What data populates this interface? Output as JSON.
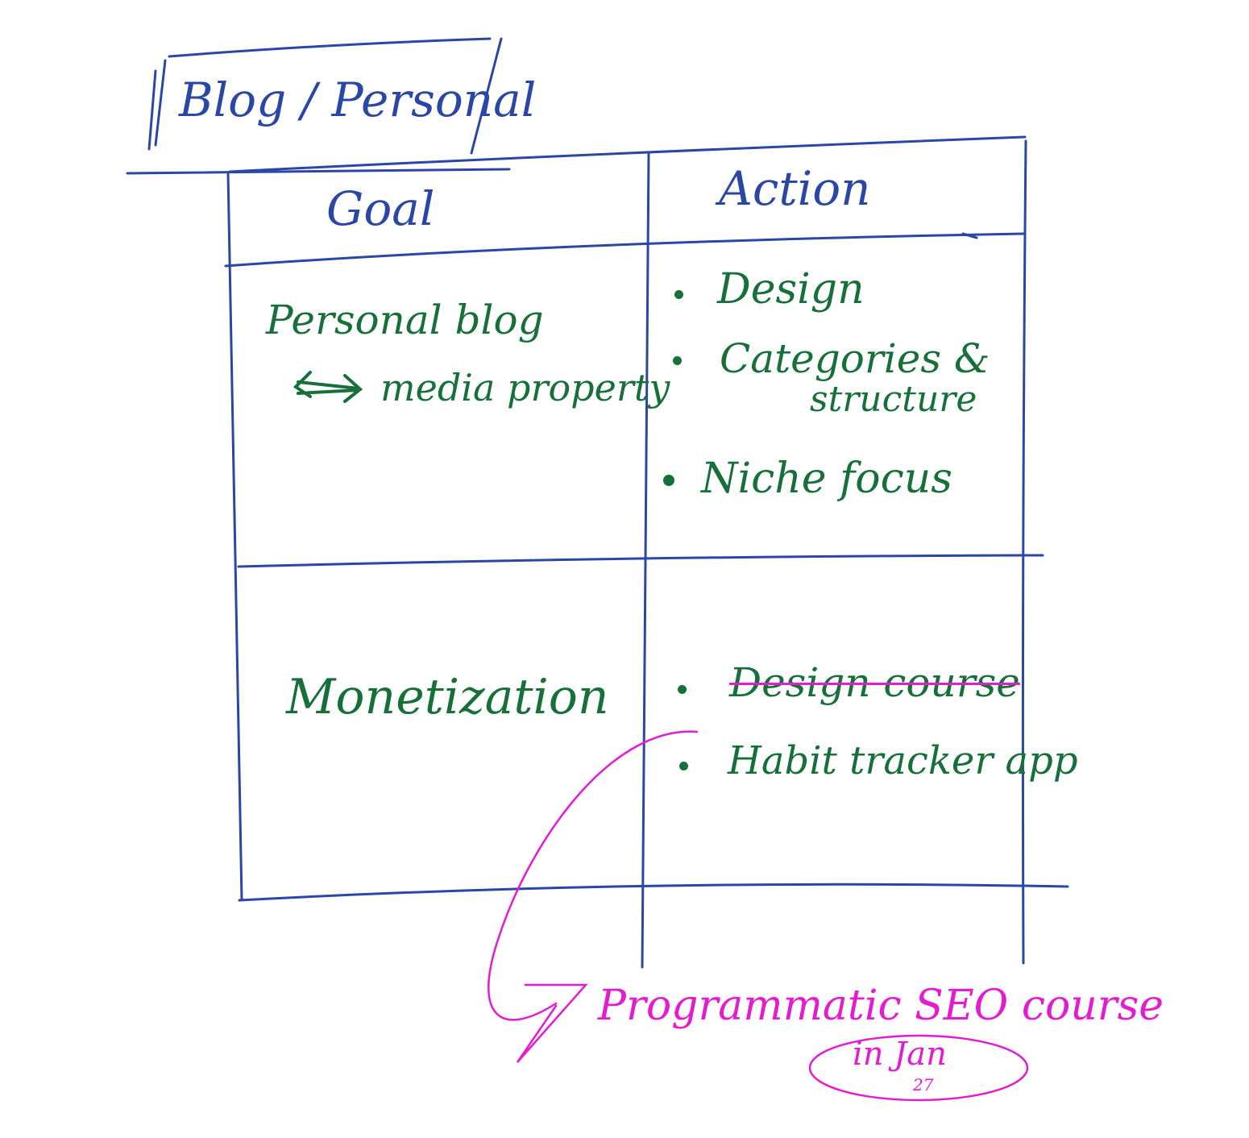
{
  "title": "Blog / Personal",
  "table": {
    "headers": {
      "goal": "Goal",
      "action": "Action"
    },
    "rows": [
      {
        "goal_line1": "Personal blog",
        "goal_line2": "media property",
        "goal_arrow": "double-arrow-icon",
        "actions": [
          "Design",
          "Categories &",
          "structure",
          "Niche focus"
        ]
      },
      {
        "goal_line1": "Monetization",
        "actions_struck": "Design course",
        "actions": [
          "Habit tracker app"
        ]
      }
    ]
  },
  "annotation": {
    "text": "Programmatic SEO course",
    "circled_line1": "in Jan",
    "circled_line2": "27"
  },
  "colors": {
    "ink_blue": "#2b47a6",
    "ink_green": "#17703a",
    "ink_pink": "#e41ccf"
  }
}
